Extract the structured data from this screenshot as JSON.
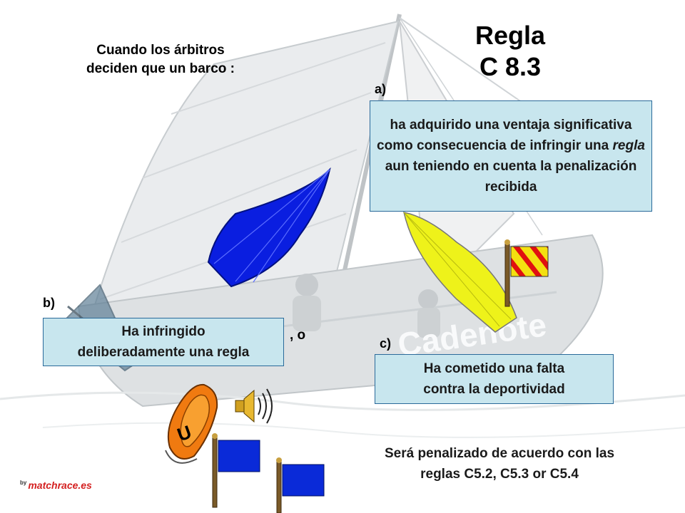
{
  "title": {
    "line1": "Regla",
    "line2": "C 8.3"
  },
  "intro": {
    "line1": "Cuando los árbitros",
    "line2": "deciden que un barco :"
  },
  "options": {
    "a": {
      "label": "a)",
      "text_before": "ha adquirido una ventaja significativa como consecuencia de infringir una ",
      "text_italic": "regla",
      "text_after": " aun teniendo en cuenta la penalización recibida"
    },
    "b": {
      "label": "b)",
      "line1": "Ha infringido",
      "line2": "deliberadamente una regla"
    },
    "c": {
      "label": "c)",
      "line1": "Ha cometido una falta",
      "line2": "contra la deportividad"
    }
  },
  "connector": ", o",
  "outcome": {
    "line1": "Será penalizado de acuerdo con las",
    "line2": "reglas C5.2, C5.3 or C5.4"
  },
  "umpire_boat_letter": "U",
  "credit": {
    "by": "by",
    "site": "matchrace.es"
  },
  "icons": [
    "blue-boat-icon",
    "yellow-boat-icon",
    "flag-y-icon",
    "blue-flag-icon",
    "umpire-boat-icon",
    "horn-icon",
    "sailboat-photo"
  ],
  "colors": {
    "box_fill": "#c8e6ee",
    "box_border": "#2a6a9a",
    "blue_boat": "#0a1ee0",
    "yellow_boat": "#eef21a",
    "flag_red": "#e01010",
    "flag_yellow": "#f4e010",
    "blue_flag": "#0a2ad8",
    "umpire_boat": "#f07a10",
    "credit": "#d42020"
  }
}
